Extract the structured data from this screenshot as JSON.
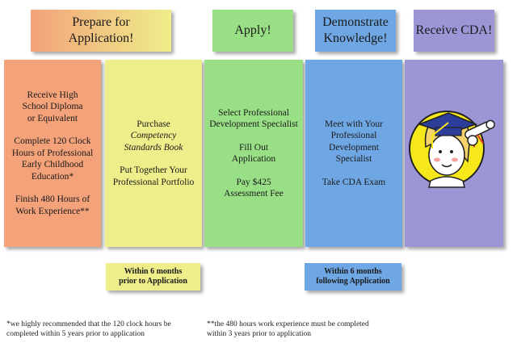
{
  "headers": {
    "prepare": "Prepare for Application!",
    "apply": "Apply!",
    "demonstrate": "Demonstrate Knowledge!",
    "receive": "Receive CDA!"
  },
  "columns": {
    "prepare": {
      "item1": "Receive High School Diploma or Equivalent",
      "item2": "Complete 120 Clock Hours of Professional Early Childhood Education*",
      "item3": "Finish 480 Hours of Work Experience**"
    },
    "purchase": {
      "item1_line1": "Purchase",
      "item1_italic": "Competency Standards Book",
      "item2": "Put Together Your Professional Portfolio"
    },
    "apply": {
      "item1": "Select Professional Development Specialist",
      "item2": "Fill Out Application",
      "item3": "Pay $425 Assessment Fee"
    },
    "demonstrate": {
      "item1": "Meet with Your Professional Development Specialist",
      "item2": "Take CDA Exam"
    }
  },
  "notes": {
    "before": "Within 6 months prior to Application",
    "after": "Within 6 months following Application"
  },
  "footnotes": {
    "left": "*we highly recommended that the 120 clock hours be completed within 5 years prior to application",
    "right": "**the 480 hours work experience must be completed within 3 years prior to application"
  },
  "colors": {
    "orange": "#f3a27a",
    "yellow": "#eeee8a",
    "green": "#99df86",
    "blue": "#6ea7e4",
    "purple": "#9c95d6"
  }
}
